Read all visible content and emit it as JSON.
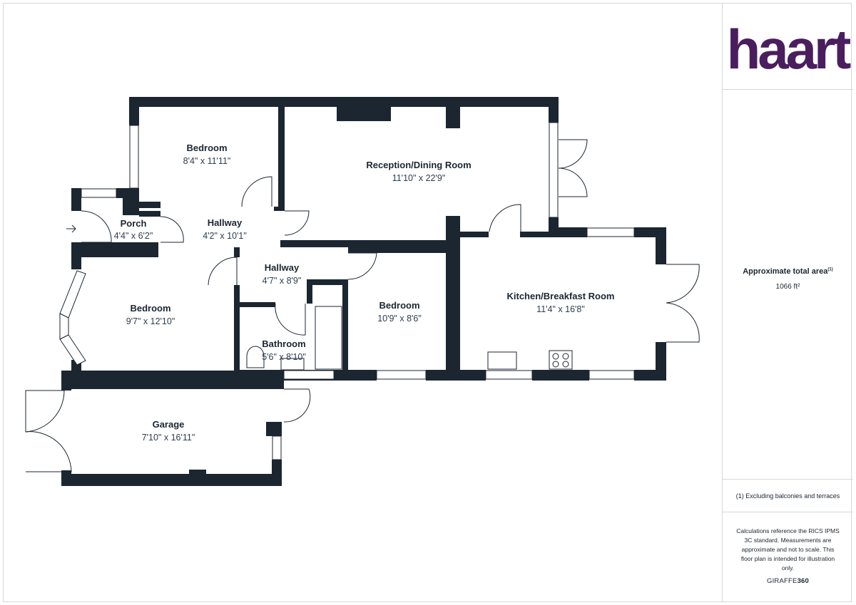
{
  "brand": {
    "name": "haart",
    "color": "#4a1e5e"
  },
  "colors": {
    "wall": "#1b2631",
    "text": "#1b2631",
    "border": "#d5d8dc"
  },
  "rooms": [
    {
      "id": "bedroom1",
      "name": "Bedroom",
      "dims": "8'4\" x 11'11\""
    },
    {
      "id": "reception",
      "name": "Reception/Dining Room",
      "dims": "11'10\" x 22'9\""
    },
    {
      "id": "porch",
      "name": "Porch",
      "dims": "4'4\" x 6'2\""
    },
    {
      "id": "hallway1",
      "name": "Hallway",
      "dims": "4'2\" x 10'1\""
    },
    {
      "id": "hallway2",
      "name": "Hallway",
      "dims": "4'7\" x 8'9\""
    },
    {
      "id": "bedroom2",
      "name": "Bedroom",
      "dims": "9'7\" x 12'10\""
    },
    {
      "id": "bedroom3",
      "name": "Bedroom",
      "dims": "10'9\" x 8'6\""
    },
    {
      "id": "kitchen",
      "name": "Kitchen/Breakfast Room",
      "dims": "11'4\" x 16'8\""
    },
    {
      "id": "bathroom",
      "name": "Bathroom",
      "dims": "5'6\" x 8'10\""
    },
    {
      "id": "garage",
      "name": "Garage",
      "dims": "7'10\" x 16'11\""
    }
  ],
  "sidebar": {
    "area_title": "Approximate total area",
    "area_note_marker": "(1)",
    "area_value": "1066 ft²",
    "footnote": "(1) Excluding balconies and terraces",
    "disclaimer": "Calculations reference the RICS IPMS 3C standard. Measurements are approximate and not to scale. This floor plan is intended for illustration only.",
    "credit_prefix": "GIRAFFE",
    "credit_suffix": "360"
  }
}
